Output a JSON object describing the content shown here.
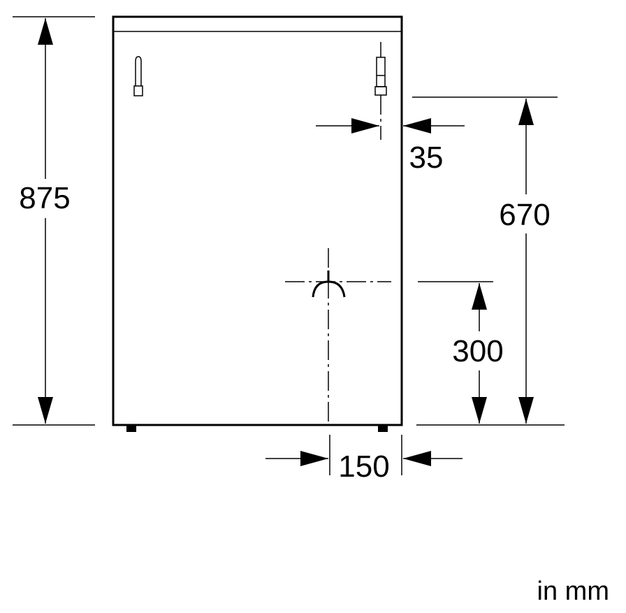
{
  "dimensions": {
    "height_total": "875",
    "water_height": "670",
    "drain_height": "300",
    "side_offset": "35",
    "drain_offset": "150"
  },
  "unit_note": "in mm",
  "colors": {
    "line": "#000000",
    "background": "#ffffff"
  }
}
